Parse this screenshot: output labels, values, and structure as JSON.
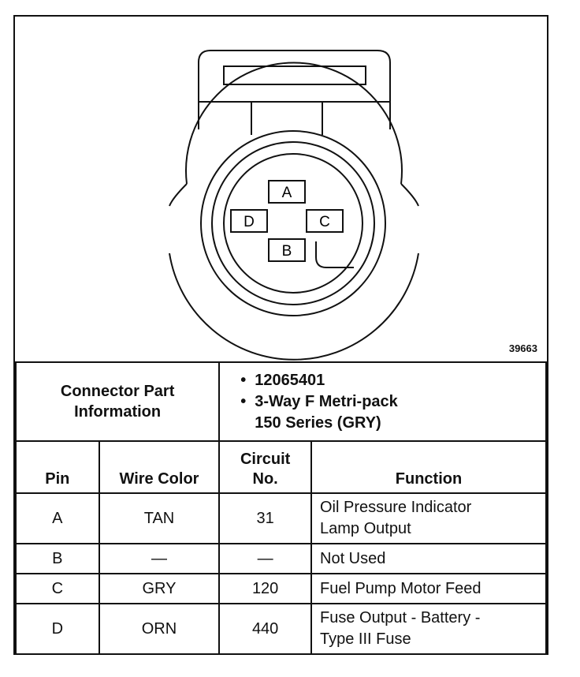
{
  "figure_id": "39663",
  "pins": [
    "A",
    "B",
    "C",
    "D"
  ],
  "connector_info": {
    "label": "Connector Part\nInformation",
    "items": [
      "12065401",
      "3-Way F Metri-pack\n150 Series (GRY)"
    ]
  },
  "columns": [
    "Pin",
    "Wire Color",
    "Circuit\nNo.",
    "Function"
  ],
  "rows": [
    {
      "pin": "A",
      "wire": "TAN",
      "circuit": "31",
      "function": "Oil Pressure Indicator\nLamp Output"
    },
    {
      "pin": "B",
      "wire": "—",
      "circuit": "—",
      "function": "Not Used"
    },
    {
      "pin": "C",
      "wire": "GRY",
      "circuit": "120",
      "function": "Fuel Pump Motor Feed"
    },
    {
      "pin": "D",
      "wire": "ORN",
      "circuit": "440",
      "function": "Fuse Output - Battery -\nType III Fuse"
    }
  ]
}
